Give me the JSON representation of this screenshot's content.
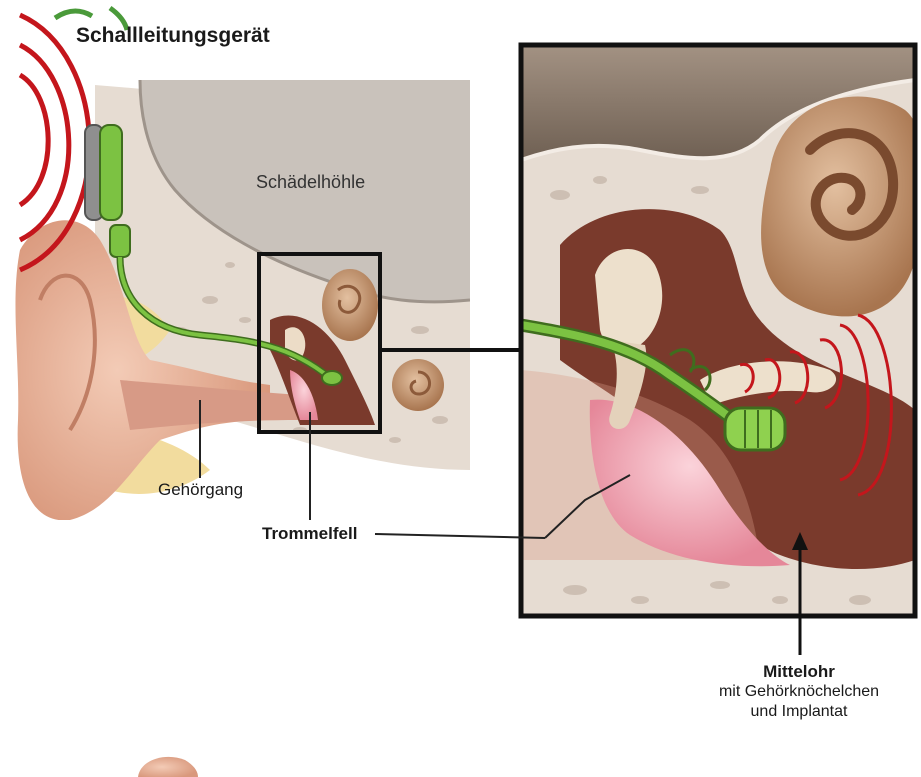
{
  "title": "Schallleitungsgerät",
  "labels": {
    "skull_cavity": "Schädelhöhle",
    "ear_canal": "Gehörgang",
    "eardrum": "Trommelfell",
    "middle_ear": "Mittelohr",
    "middle_ear_line2": "mit Gehörknöchelchen",
    "middle_ear_line3": "und Implantat"
  },
  "colors": {
    "sound_waves": "#c4161c",
    "implant": "#7cc242",
    "skin": "#e8b9a3",
    "bone": "#e6dcd2",
    "middle_ear_cavity": "#7a3a2c",
    "eardrum": "#f2a6b3",
    "skull_cavity": "#8a7b6e",
    "frame": "#111111"
  }
}
